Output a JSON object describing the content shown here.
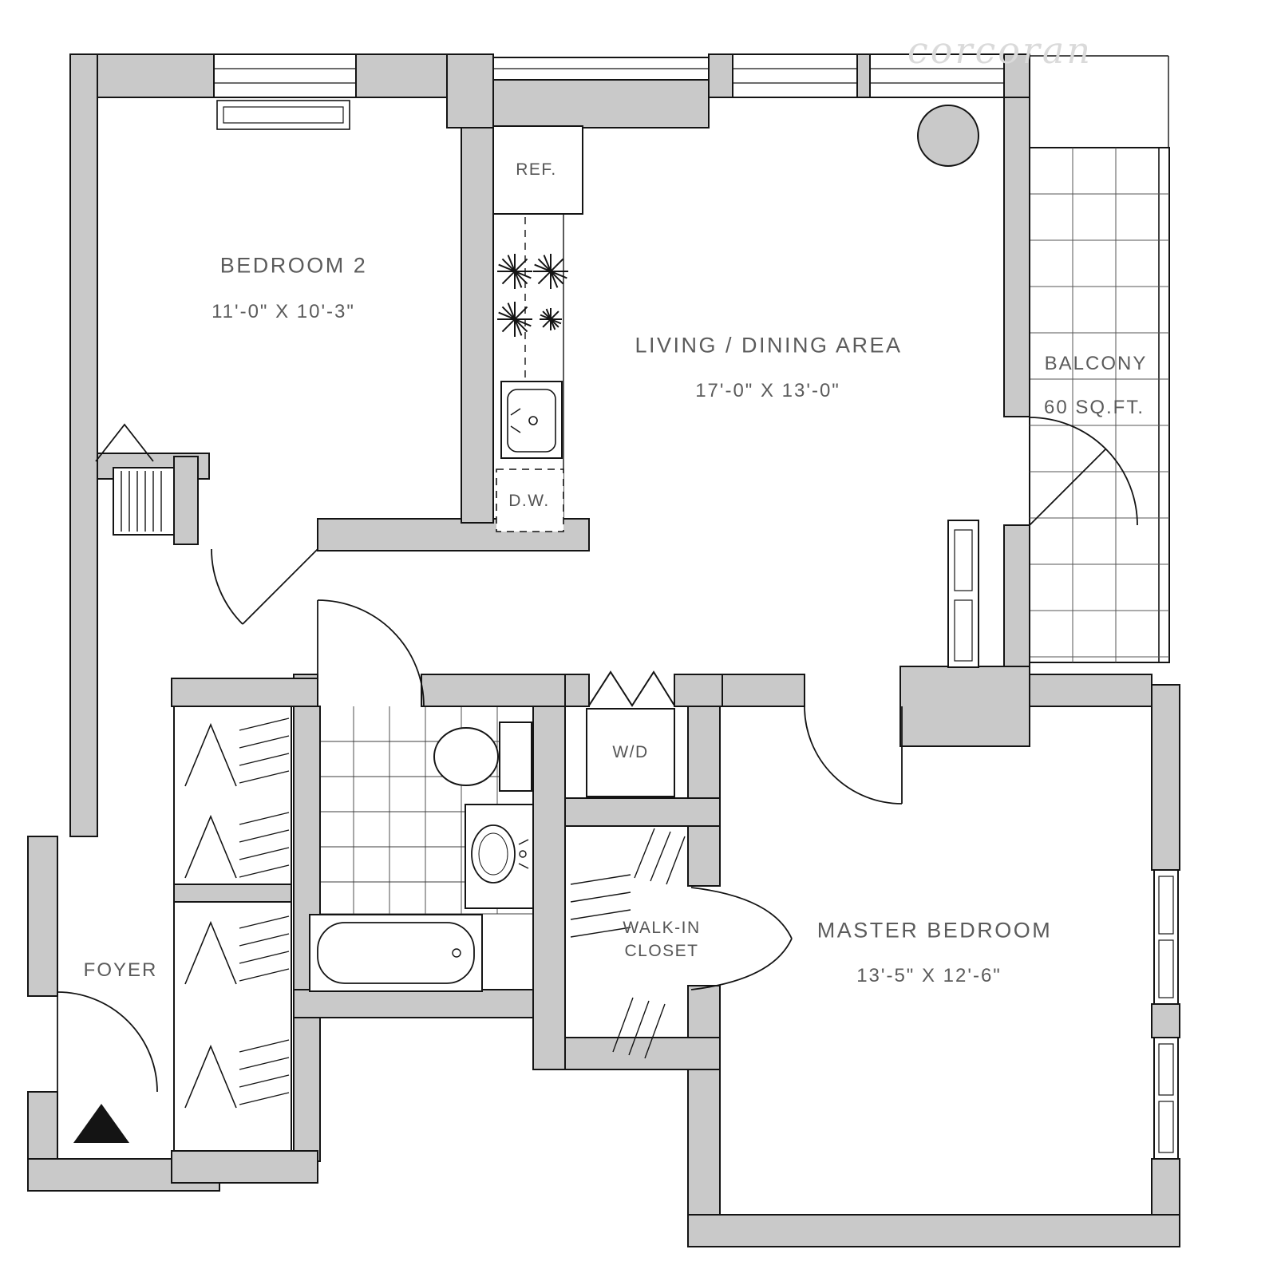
{
  "watermark": "corcoran",
  "rooms": {
    "bedroom2": {
      "name": "BEDROOM 2",
      "dims": "11'-0\" X 10'-3\""
    },
    "living": {
      "name": "LIVING / DINING AREA",
      "dims": "17'-0\" X 13'-0\""
    },
    "balcony": {
      "name": "BALCONY",
      "dims": "60 SQ.FT."
    },
    "master": {
      "name": "MASTER BEDROOM",
      "dims": "13'-5\" X 12'-6\""
    },
    "foyer": {
      "name": "FOYER"
    },
    "walkin": {
      "line1": "WALK-IN",
      "line2": "CLOSET"
    }
  },
  "fixtures": {
    "refrigerator": "REF.",
    "dishwasher": "D.W.",
    "washer_dryer": "W/D"
  },
  "colors": {
    "wall_fill": "#c9c9c9",
    "line": "#141414",
    "label_text": "#5b5b5b",
    "watermark": "#dadada"
  }
}
